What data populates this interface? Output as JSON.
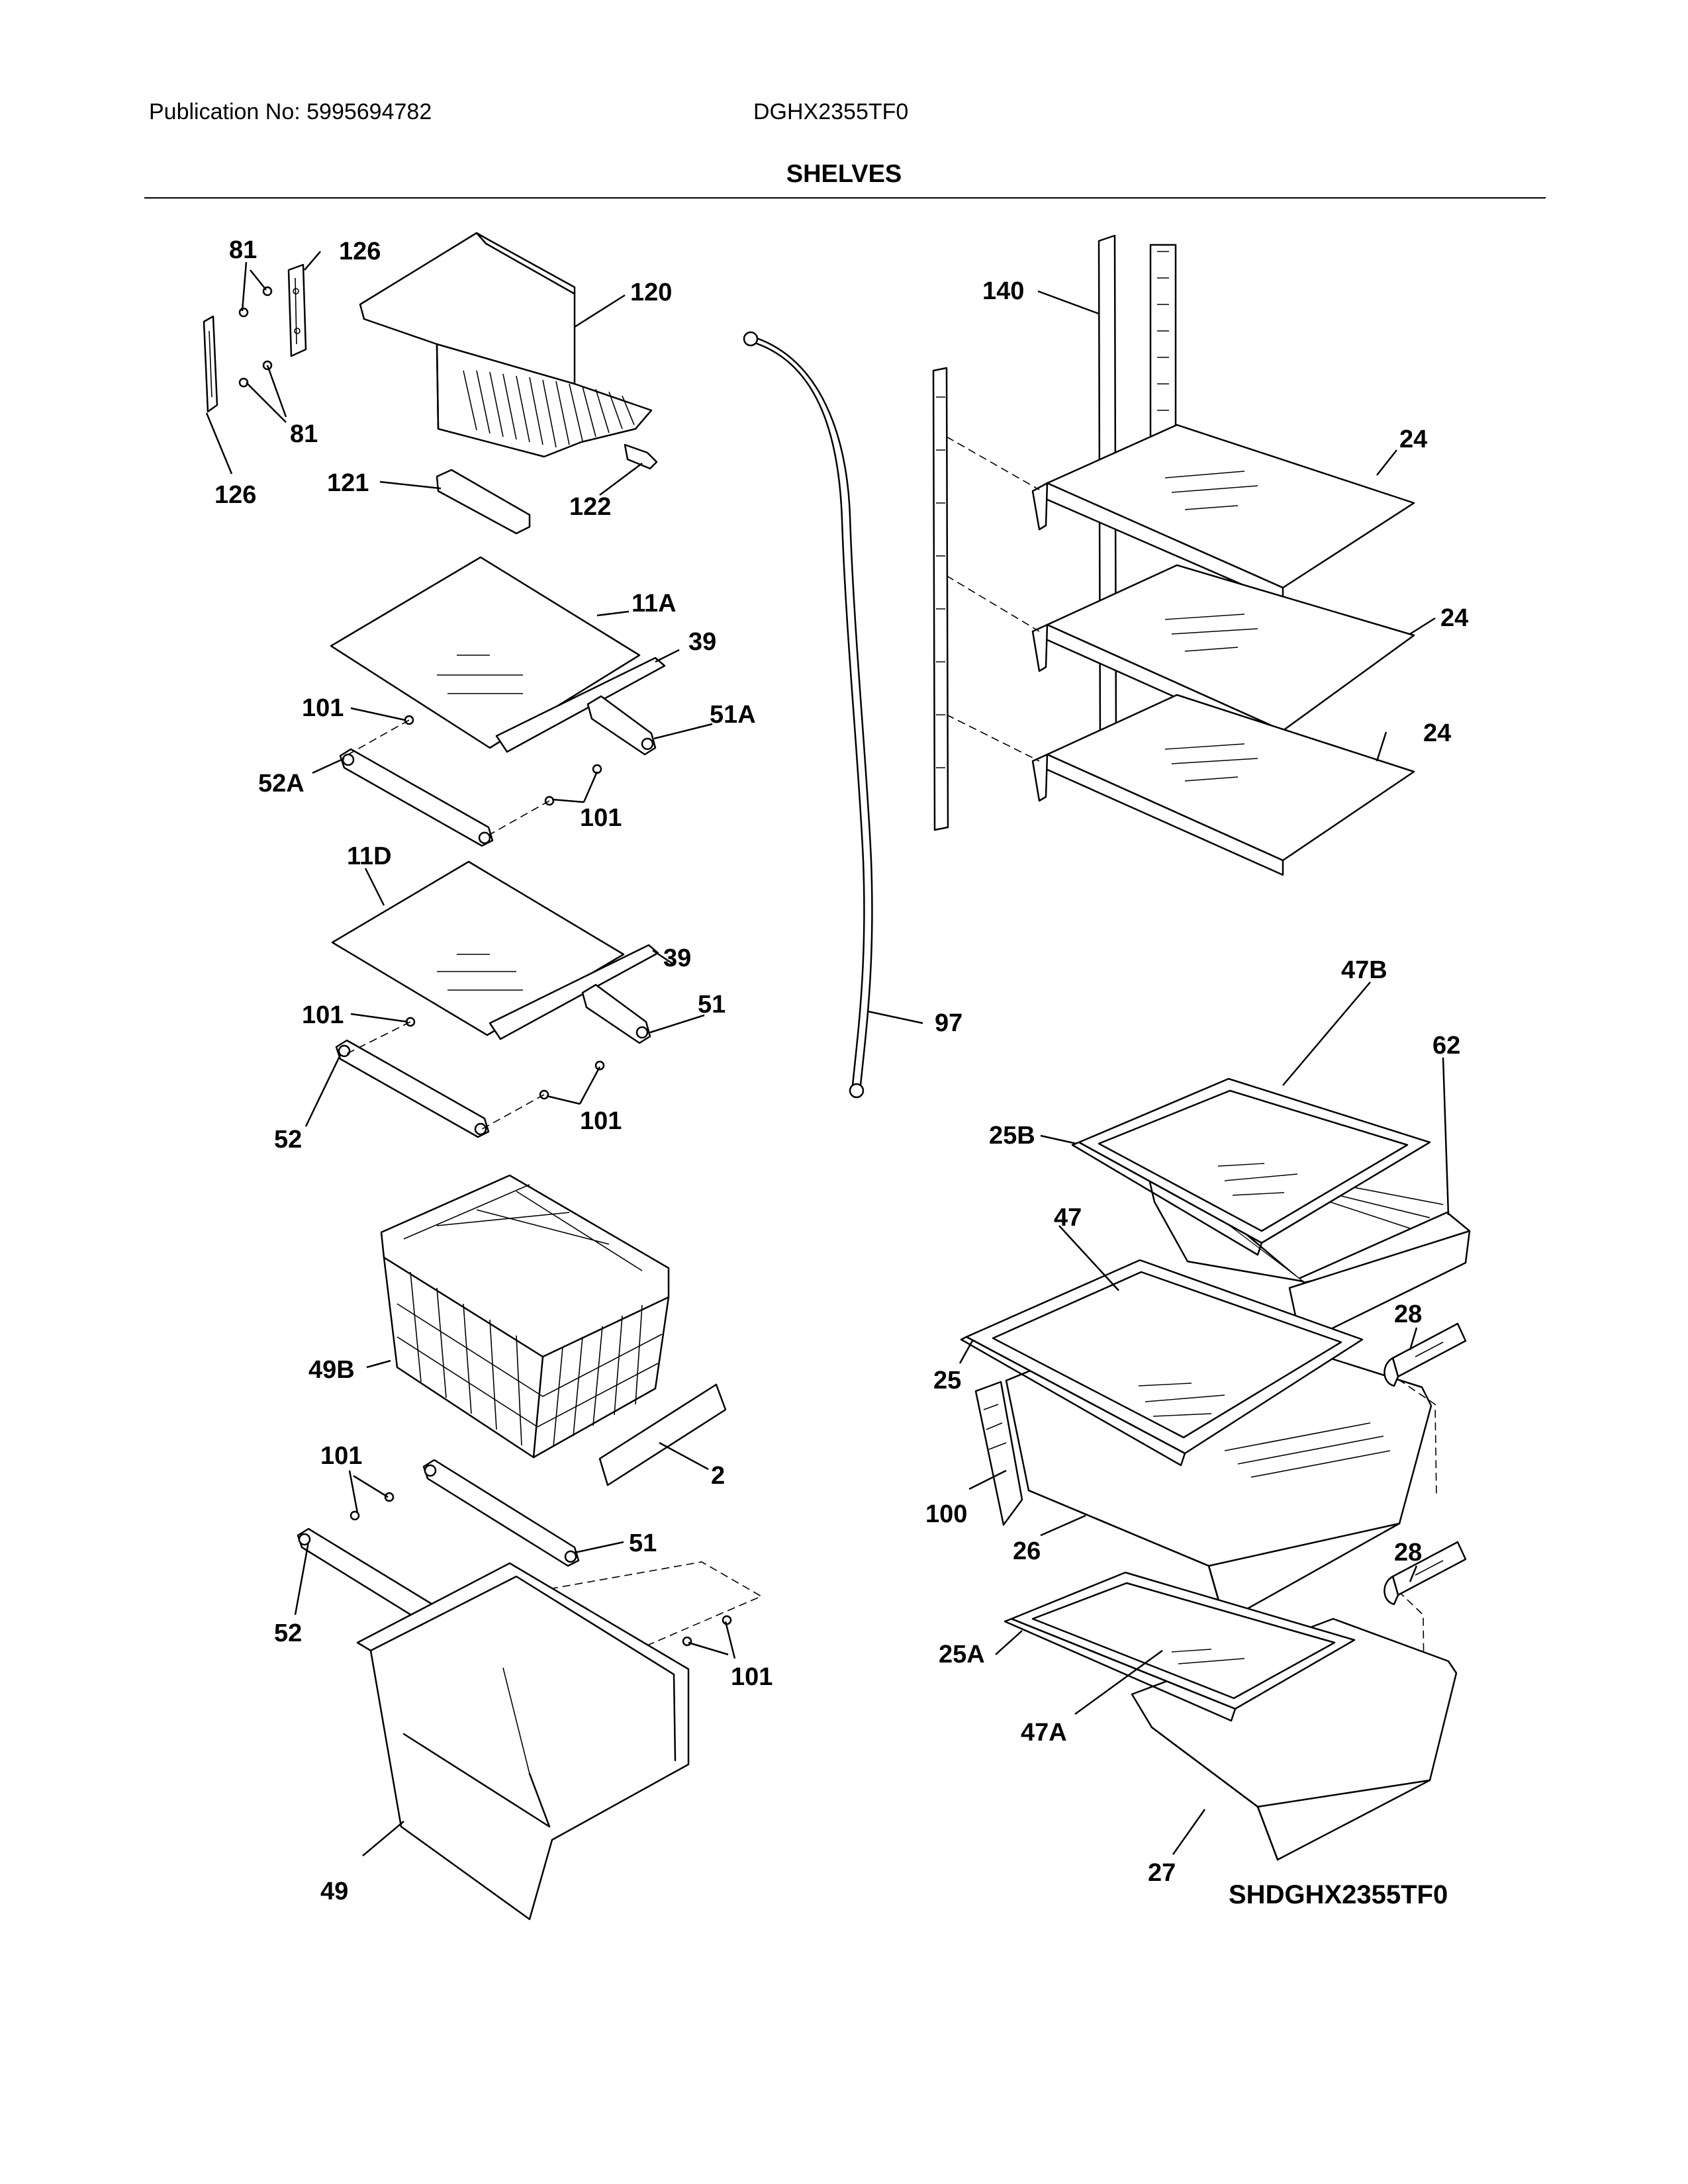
{
  "header": {
    "publication": "Publication No: 5995694782",
    "model": "DGHX2355TF0",
    "section_title": "SHELVES"
  },
  "callouts": {
    "c81a": "81",
    "c81b": "81",
    "c126a": "126",
    "c126b": "126",
    "c120": "120",
    "c121": "121",
    "c122": "122",
    "c140": "140",
    "c24a": "24",
    "c24b": "24",
    "c24c": "24",
    "c11A": "11A",
    "c39a": "39",
    "c51A": "51A",
    "c52A": "52A",
    "c101a": "101",
    "c101b": "101",
    "c11D": "11D",
    "c39b": "39",
    "c51a": "51",
    "c52a": "52",
    "c101c": "101",
    "c101d": "101",
    "c97": "97",
    "c47B": "47B",
    "c62": "62",
    "c25B": "25B",
    "c47": "47",
    "c28a": "28",
    "c25": "25",
    "c100": "100",
    "c26": "26",
    "c28b": "28",
    "c25A": "25A",
    "c47A": "47A",
    "c27": "27",
    "c49B": "49B",
    "c2": "2",
    "c101e": "101",
    "c51b": "51",
    "c52b": "52",
    "c101f": "101",
    "c49": "49"
  },
  "diagram_id": "SHDGHX2355TF0"
}
